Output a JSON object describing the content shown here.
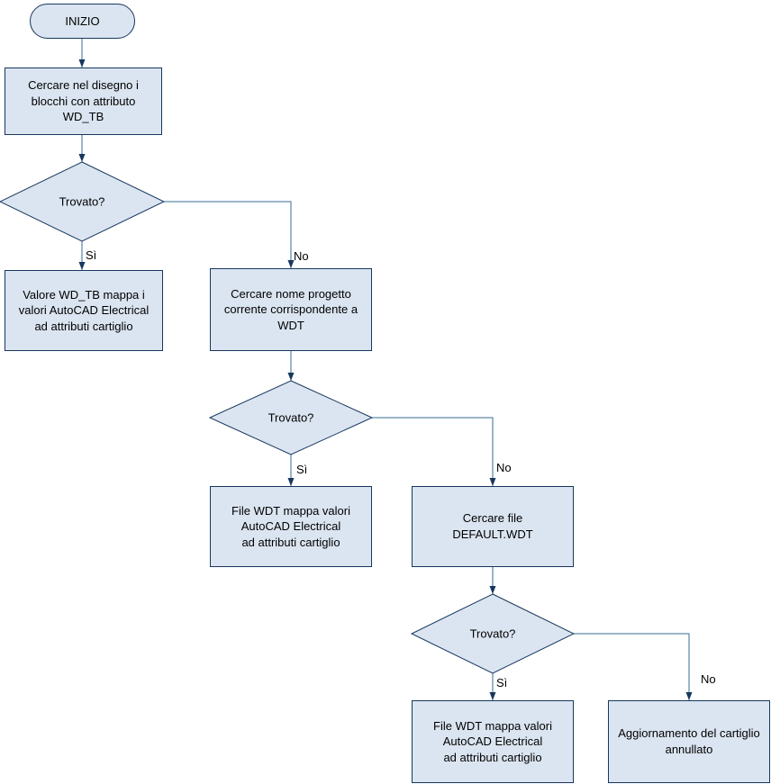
{
  "colors": {
    "background": "#ffffff",
    "node-fill": "#dbe5f1",
    "node-border": "#17375e",
    "connector": "#356e94",
    "text": "#000000"
  },
  "nodes": {
    "start": {
      "label": "INIZIO"
    },
    "search_blocks": {
      "label": "Cercare nel disegno i\nblocchi con attributo\nWD_TB"
    },
    "decision1": {
      "label": "Trovato?"
    },
    "map_wd_tb": {
      "label": "Valore WD_TB mappa i\nvalori AutoCAD Electrical\nad attributi cartiglio"
    },
    "search_project": {
      "label": "Cercare nome progetto\ncorrente corrispondente a\nWDT"
    },
    "decision2": {
      "label": "Trovato?"
    },
    "map_wdt_project": {
      "label": "File WDT mappa valori\nAutoCAD Electrical\nad attributi cartiglio"
    },
    "search_default": {
      "label": "Cercare file\nDEFAULT.WDT"
    },
    "decision3": {
      "label": "Trovato?"
    },
    "map_wdt_default": {
      "label": "File WDT mappa valori\nAutoCAD Electrical\nad attributi cartiglio"
    },
    "update_cancelled": {
      "label": "Aggiornamento del cartiglio\nannullato"
    }
  },
  "edge_labels": {
    "yes1": "Sì",
    "no1": "No",
    "yes2": "Sì",
    "no2": "No",
    "yes3": "Sì",
    "no3": "No"
  }
}
